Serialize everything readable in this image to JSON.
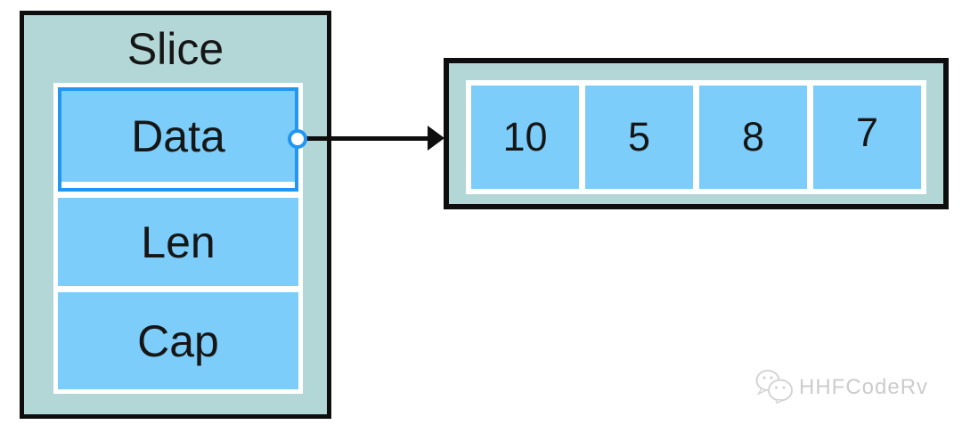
{
  "diagram": {
    "slice_struct": {
      "title": "Slice",
      "fields": [
        {
          "label": "Data",
          "selected": true
        },
        {
          "label": "Len",
          "selected": false
        },
        {
          "label": "Cap",
          "selected": false
        }
      ]
    },
    "array": {
      "values": [
        "10",
        "5",
        "8",
        "7"
      ]
    },
    "colors": {
      "container_fill": "#b3d7d7",
      "cell_fill": "#7ccdf9",
      "highlight": "#2196f3",
      "outline": "#0e0e0e"
    }
  },
  "watermark": {
    "icon": "wechat-icon",
    "label": "HHFCodeRv"
  }
}
